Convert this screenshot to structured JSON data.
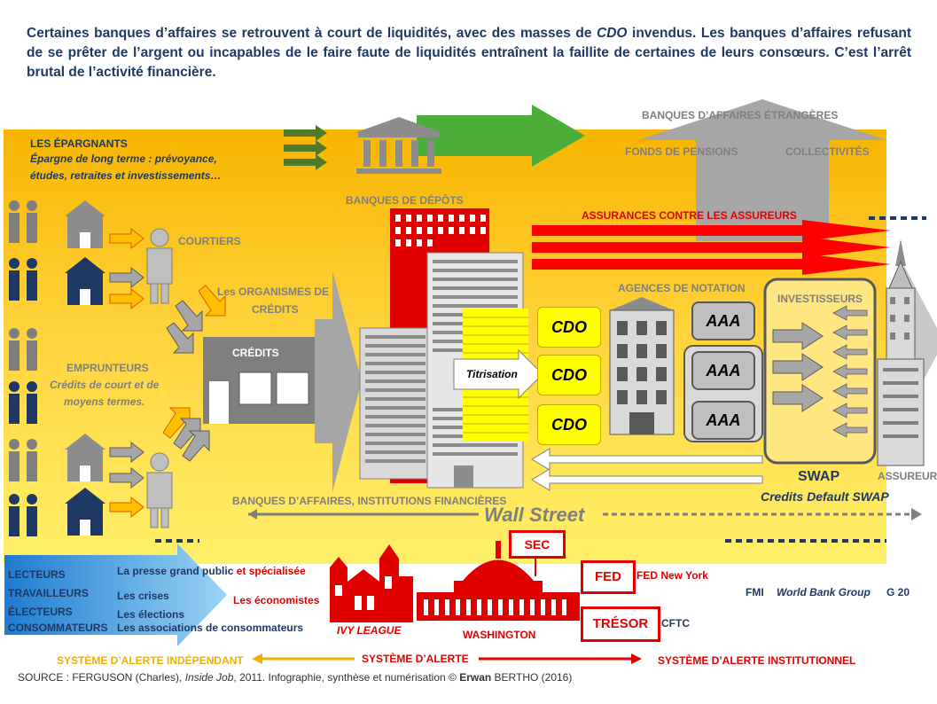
{
  "intro": {
    "line1a": "Certaines banques d’affaires se retrouvent à court de liquidités, avec des masses de ",
    "line1cdo": "CDO",
    "line1b": " invendus. Les banques d’affaires refusant de se prêter de l’argent ou incapables de le faire faute de liquidités entraînent la faillite de certaines de leurs consœurs. C’est l’arrêt brutal de l’activité financière."
  },
  "top": {
    "epargnants_title": "LES ÉPARGNANTS",
    "epargnants_sub1": "Épargne de long terme : prévoyance,",
    "epargnants_sub2": "études, retraites et investissements…",
    "banques_depots": "BANQUES DE DÉPÔTS",
    "banques_etrangeres": "BANQUES D’AFFAIRES ÉTRANGÈRES",
    "fonds_pensions": "FONDS DE PENSIONS",
    "collectivites": "COLLECTIVITÉS",
    "assurances": "ASSURANCES CONTRE LES ASSUREURS"
  },
  "left": {
    "courtiers": "COURTIERS",
    "organismes1": "Les ORGANISMES DE",
    "organismes2": "CRÉDITS",
    "credits": "CRÉDITS",
    "emprunteurs": "EMPRUNTEURS",
    "emprunteurs_sub1": "Crédits de court et de",
    "emprunteurs_sub2": "moyens termes."
  },
  "center": {
    "titrisation": "Titrisation",
    "cdo": [
      "CDO",
      "CDO",
      "CDO"
    ],
    "agences": "AGENCES DE NOTATION",
    "aaa": [
      "AAA",
      "AAA",
      "AAA"
    ],
    "investisseurs": "INVESTISSEURS",
    "swap": "SWAP",
    "cds": "Credits Default SWAP",
    "assureurs": "ASSUREURS",
    "banques_affaires": "BANQUES D’AFFAIRES, INSTITUTIONS FINANCIÈRES",
    "wall_street": "Wall Street"
  },
  "bottom": {
    "arrow_labels": [
      "LECTEURS",
      "TRAVAILLEURS",
      "ÉLECTEURS",
      "CONSOMMATEURS"
    ],
    "presse_a": "La presse grand public ",
    "presse_b": "et spécialisée",
    "crises": "Les crises",
    "elections": "Les élections",
    "associations": "Les associations de consommateurs",
    "economistes": "Les économistes",
    "ivy": "IVY LEAGUE",
    "washington": "WASHINGTON",
    "sec": "SEC",
    "fed": "FED",
    "fed_ny": "FED New York",
    "tresor": "TRÉSOR",
    "cftc": "CFTC",
    "fmi": "FMI",
    "world_bank": "World Bank Group",
    "g20": "G 20",
    "alerte_indep": "SYSTÈME D’ALERTE INDÉPENDANT",
    "alerte": "SYSTÈME D’ALERTE",
    "alerte_inst": "SYSTÈME D’ALERTE INSTITUTIONNEL",
    "source_a": "SOURCE : FERGUSON (Charles), ",
    "source_b": "Inside Job",
    "source_c": ", 2011. Infographie, synthèse et numérisation © ",
    "source_d": "Erwan",
    "source_e": " BERTHO (2016)"
  },
  "colors": {
    "background_gradient_top": "#f7b500",
    "background_gradient_bottom": "#fff06a",
    "red": "#e00000",
    "navy": "#1f3864",
    "gray": "#7f7f7f",
    "green_arrow": "#4cae3a",
    "blue_arrow": "#2e8ad8",
    "alert_orange": "#f0b000"
  }
}
